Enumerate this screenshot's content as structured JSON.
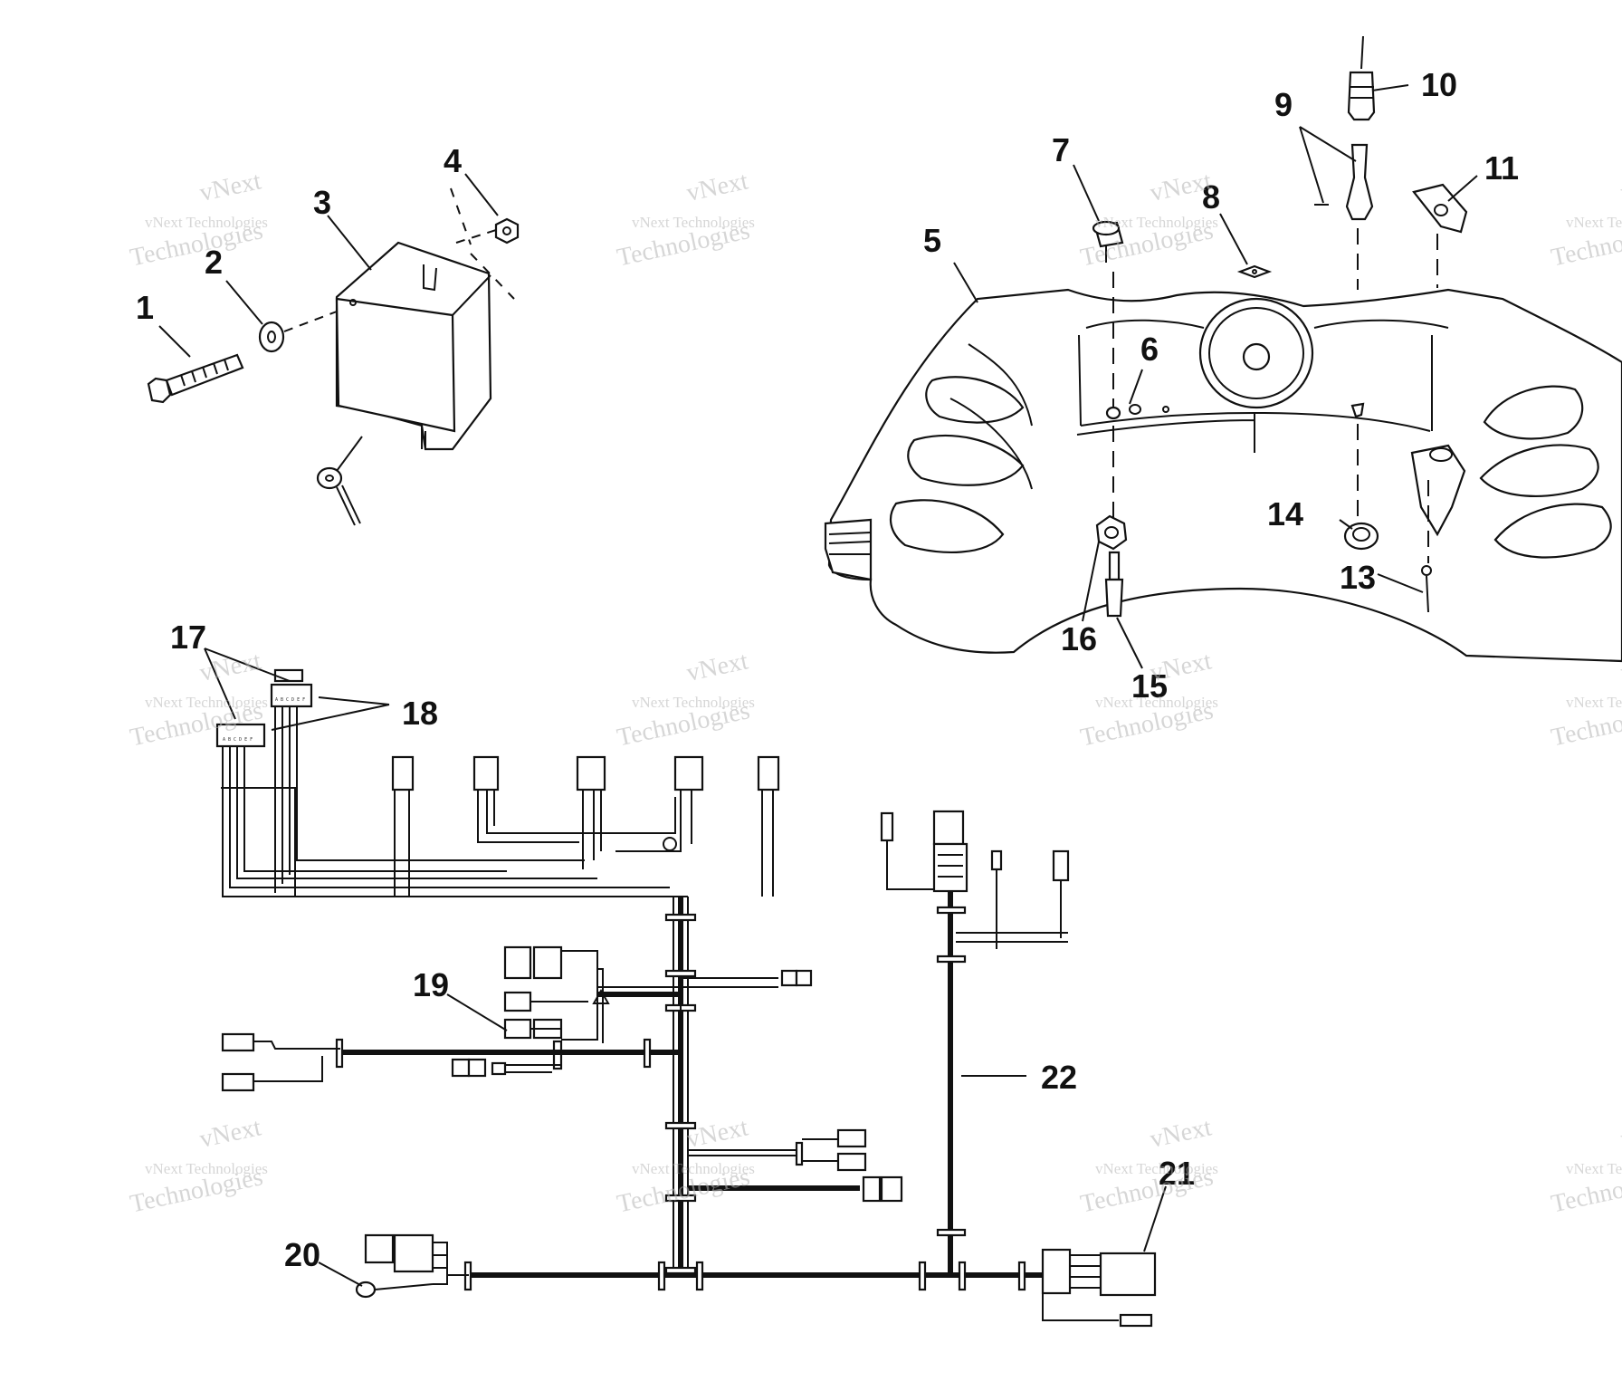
{
  "callouts": [
    "1",
    "2",
    "3",
    "4",
    "5",
    "6",
    "7",
    "8",
    "9",
    "10",
    "11",
    "13",
    "14",
    "15",
    "16",
    "17",
    "18",
    "19",
    "20",
    "21",
    "22"
  ],
  "watermark": {
    "line1": "vNext",
    "line2": "vNext Technologies",
    "line3": "Technologies"
  },
  "colors": {
    "ink": "#111111",
    "watermark": "#b5b5b5",
    "background": "#ffffff"
  }
}
